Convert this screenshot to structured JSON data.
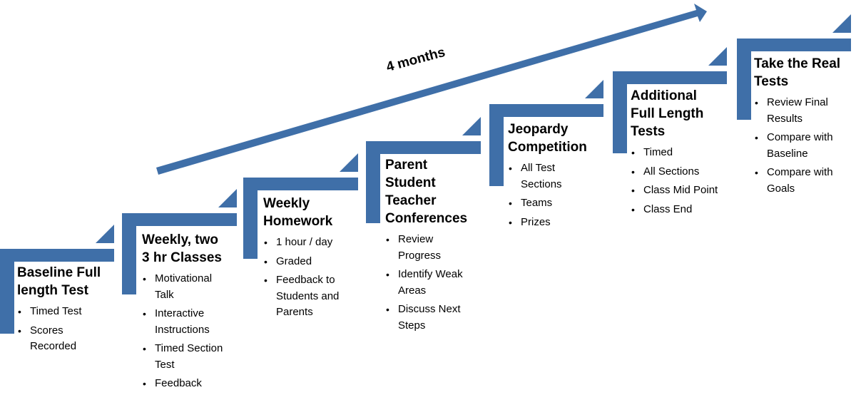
{
  "diagram": {
    "accent_color": "#3F6FA8",
    "duration_label": "4 months",
    "steps": [
      {
        "title": "Baseline Full\nlength Test",
        "bullets": [
          "Timed Test",
          "Scores\nRecorded"
        ]
      },
      {
        "title": "Weekly, two\n3 hr Classes",
        "bullets": [
          "Motivational\nTalk",
          "Interactive\nInstructions",
          "Timed Section\nTest",
          "Feedback"
        ]
      },
      {
        "title": "Weekly\nHomework",
        "bullets": [
          "1 hour / day",
          "Graded",
          "Feedback to\nStudents and\nParents"
        ]
      },
      {
        "title": "Parent\nStudent\nTeacher\nConferences",
        "bullets": [
          "Review\nProgress",
          "Identify Weak\nAreas",
          "Discuss Next\nSteps"
        ]
      },
      {
        "title": "Jeopardy\nCompetition",
        "bullets": [
          "All Test\nSections",
          "Teams",
          "Prizes"
        ]
      },
      {
        "title": "Additional\nFull Length\nTests",
        "bullets": [
          "Timed",
          "All Sections",
          "Class Mid Point",
          "Class End"
        ]
      },
      {
        "title": "Take the Real\nTests",
        "bullets": [
          "Review Final\nResults",
          "Compare with\nBaseline",
          "Compare with\nGoals"
        ]
      }
    ]
  }
}
